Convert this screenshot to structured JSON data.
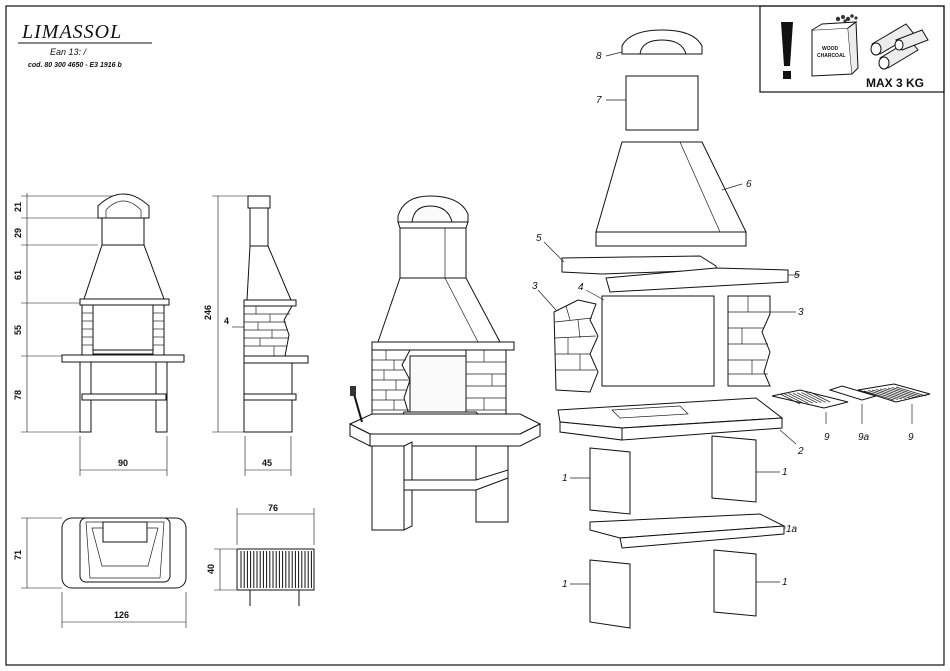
{
  "header": {
    "title": "LIMASSOL",
    "ean_line": "Ean 13:  /",
    "code_line": "cod. 80 300 4650 - E3 1916 b"
  },
  "warning_box": {
    "exclamation": "!",
    "bag_text_1": "WOOD",
    "bag_text_2": "CHARCOAL",
    "max_label": "MAX 3 KG",
    "icons": [
      "exclamation-icon",
      "charcoal-bag-icon",
      "firewood-logs-icon"
    ]
  },
  "dimensions": {
    "front_heights": [
      "21",
      "29",
      "61",
      "55",
      "78"
    ],
    "front_width": "90",
    "side_total_height": "246",
    "side_offset": "4",
    "side_depth": "45",
    "plan_depth": "71",
    "plan_width": "126",
    "grill_width": "76",
    "grill_height": "40"
  },
  "parts": {
    "p1": "1",
    "p1a": "1a",
    "p2": "2",
    "p3": "3",
    "p4": "4",
    "p5": "5",
    "p6": "6",
    "p7": "7",
    "p8": "8",
    "p9": "9",
    "p9a": "9a"
  }
}
